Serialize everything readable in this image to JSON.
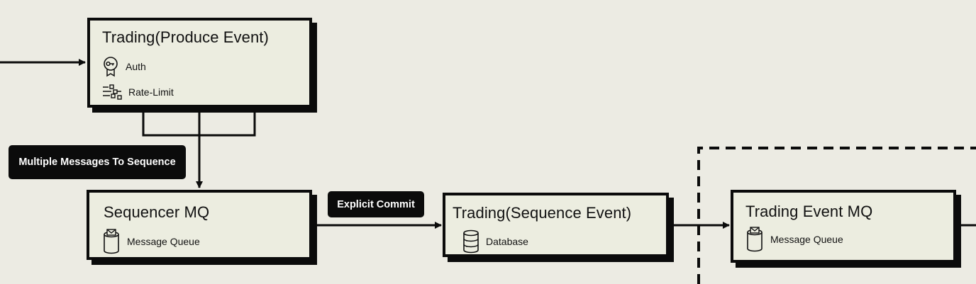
{
  "nodes": {
    "produce": {
      "title": "Trading(Produce Event)",
      "items": [
        {
          "label": "Auth",
          "icon": "auth-badge-icon"
        },
        {
          "label": "Rate-Limit",
          "icon": "rate-limit-icon"
        }
      ]
    },
    "sequencer": {
      "title": "Sequencer MQ",
      "items": [
        {
          "label": "Message Queue",
          "icon": "message-queue-icon"
        }
      ]
    },
    "sequence_event": {
      "title": "Trading(Sequence Event)",
      "items": [
        {
          "label": "Database",
          "icon": "database-icon"
        }
      ]
    },
    "event_mq": {
      "title": "Trading Event MQ",
      "items": [
        {
          "label": "Message Queue",
          "icon": "message-queue-icon"
        }
      ]
    }
  },
  "edge_labels": {
    "multiple_messages": "Multiple Messages To Sequence",
    "explicit_commit": "Explicit Commit"
  },
  "colors": {
    "background": "#ecebe3",
    "node_fill": "#ecede0",
    "ink": "#0b0b0b",
    "label_text": "#ffffff"
  }
}
